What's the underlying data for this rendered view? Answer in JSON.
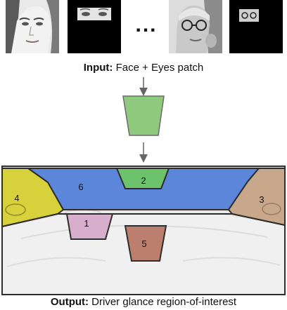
{
  "thumbnails": {
    "face1": "face-photo-woman",
    "eyes1": "eyes-patch-woman",
    "dots": "...",
    "face2": "face-photo-man",
    "eyes2": "eyes-patch-man"
  },
  "input_caption": {
    "bold": "Input:",
    "text": " Face + Eyes patch"
  },
  "output_caption": {
    "bold": "Output:",
    "text": " Driver glance region-of-interest"
  },
  "regions": [
    {
      "id": "1",
      "color": "#d7aecb"
    },
    {
      "id": "2",
      "color": "#6cc36c"
    },
    {
      "id": "3",
      "color": "#c9a78a"
    },
    {
      "id": "4",
      "color": "#d7d23c"
    },
    {
      "id": "5",
      "color": "#bd7f6d"
    },
    {
      "id": "6",
      "color": "#5b86d9"
    }
  ],
  "network_color": "#8ec97e"
}
